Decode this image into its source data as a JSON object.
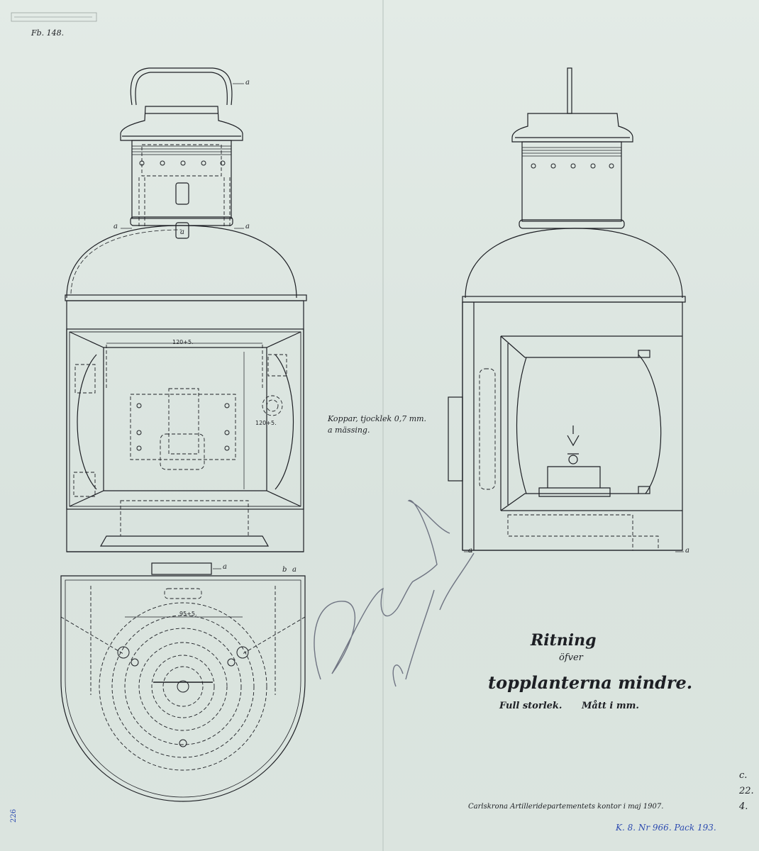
{
  "document": {
    "title_line1": "Ritning",
    "title_line2": "öfver",
    "title_line3": "topplanterna mindre.",
    "scale": "Full storlek.",
    "units": "Mått i mm.",
    "office_line": "Carlskrona Artilleridepartementets kontor i maj 1907.",
    "figure_number": "Fb. 148.",
    "material_note_1": "Koppar, tjocklek 0,7 mm.",
    "material_note_2": "a mässing."
  },
  "dimensions": {
    "width_front": "120+5.",
    "height_front": "120+5.",
    "width_plan": "95+5."
  },
  "part_labels": {
    "brass": "a",
    "copper": "b"
  },
  "archive": {
    "code_1": "c.",
    "code_2": "22.",
    "code_3": "4.",
    "catalog": "K. 8. Nr 966. Pack 193.",
    "margin": "226"
  },
  "colors": {
    "paper": "#dde6e1",
    "ink": "#1d1f24",
    "pencil": "#6f7482",
    "archive_ink": "#2d4bb0"
  }
}
